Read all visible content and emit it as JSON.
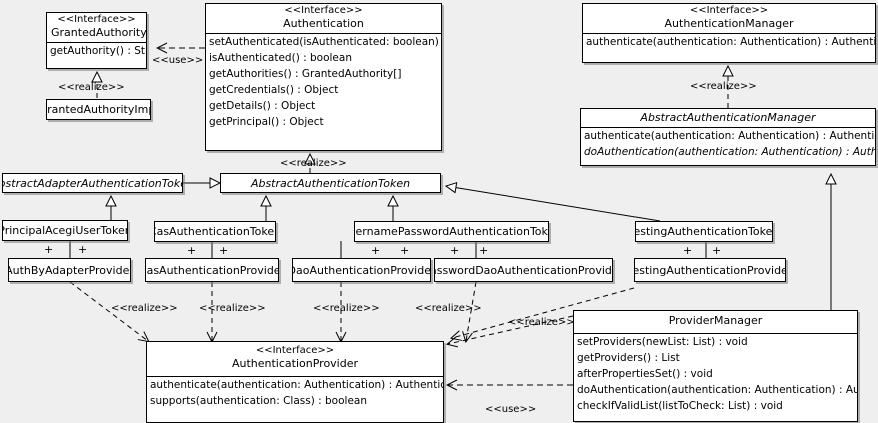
{
  "diagram": {
    "kind": "uml-class-diagram",
    "background": "#efefef",
    "line_color": "#000000",
    "box_fill": "#ffffff"
  },
  "stereotypes": {
    "interface": "<<Interface>>",
    "realize": "<<realize>>",
    "use": "<<use>>"
  },
  "classes": {
    "granted_authority": {
      "stereotype": "<<Interface>>",
      "name": "GrantedAuthority",
      "operations": [
        "getAuthority() : String"
      ]
    },
    "granted_authority_impl": {
      "name": "GrantedAuthorityImpl"
    },
    "authentication": {
      "stereotype": "<<Interface>>",
      "name": "Authentication",
      "operations": [
        "setAuthenticated(isAuthenticated: boolean) : void",
        "isAuthenticated() : boolean",
        "getAuthorities() : GrantedAuthority[]",
        "getCredentials() : Object",
        "getDetails() : Object",
        "getPrincipal() : Object"
      ]
    },
    "authentication_manager": {
      "stereotype": "<<Interface>>",
      "name": "AuthenticationManager",
      "operations": [
        "authenticate(authentication: Authentication) : Authentication"
      ]
    },
    "abstract_authentication_manager": {
      "name": "AbstractAuthenticationManager",
      "operations": [
        "authenticate(authentication: Authentication) : Authentication",
        "doAuthentication(authentication: Authentication) : Authentication"
      ]
    },
    "abstract_adapter_authentication_token": {
      "name": "AbstractAdapterAuthenticationToken"
    },
    "abstract_authentication_token": {
      "name": "AbstractAuthenticationToken"
    },
    "principal_acegi_user_token": {
      "name": "PrincipalAcegiUserToken"
    },
    "cas_authentication_token": {
      "name": "CasAuthenticationToken"
    },
    "username_password_authentication_token": {
      "name": "UsernamePasswordAuthenticationToken"
    },
    "testing_authentication_token": {
      "name": "TestingAuthenticationToken"
    },
    "auth_by_adapter_provider": {
      "name": "AuthByAdapterProvider"
    },
    "cas_authentication_provider": {
      "name": "CasAuthenticationProvider"
    },
    "dao_authentication_provider": {
      "name": "DaoAuthenticationProvider"
    },
    "password_dao_authentication_provider": {
      "name": "PasswordDaoAuthenticationProvider"
    },
    "testing_authentication_provider": {
      "name": "TestingAuthenticationProvider"
    },
    "authentication_provider": {
      "stereotype": "<<Interface>>",
      "name": "AuthenticationProvider",
      "operations": [
        "authenticate(authentication: Authentication) : Authentication",
        "supports(authentication: Class) : boolean"
      ]
    },
    "provider_manager": {
      "name": "ProviderManager",
      "operations": [
        "setProviders(newList: List) : void",
        "getProviders() : List",
        "afterPropertiesSet() : void",
        "doAuthentication(authentication: Authentication) : Authentication",
        "checkIfValidList(listToCheck: List) : void"
      ]
    }
  },
  "edge_labels": {
    "use_authentication_granted": "<<use>>",
    "realize_granted_impl": "<<realize>>",
    "realize_auth_token": "<<realize>>",
    "realize_abstract_mgr": "<<realize>>",
    "realize_auth_by_adapter": "<<realize>>",
    "realize_cas_provider": "<<realize>>",
    "realize_dao_provider": "<<realize>>",
    "realize_password_dao_provider": "<<realize>>",
    "realize_testing_provider": "<<realize>>",
    "use_provider_manager": "<<use>>"
  },
  "association_markers": {
    "plus": "+"
  }
}
